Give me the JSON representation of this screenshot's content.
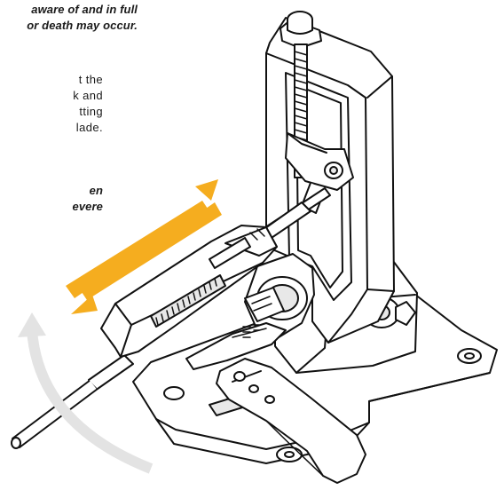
{
  "warning_top": {
    "line1": "aware of and in full",
    "line2": "or death may occur."
  },
  "instructions": {
    "lines": [
      "t the",
      "k and",
      "tting",
      "lade."
    ]
  },
  "warning_bottom": {
    "line1": "en",
    "line2": "evere"
  },
  "colors": {
    "stroke_arrow": "#f5ad1f",
    "rotate_arrow": "#e3e3e3",
    "outline": "#111111",
    "fill": "#ffffff",
    "shade": "#e8e8e8"
  },
  "icons": [
    "sharpening-stroke-arrow-icon",
    "rotate-direction-arrow-icon",
    "knife-sharpener-illustration"
  ]
}
